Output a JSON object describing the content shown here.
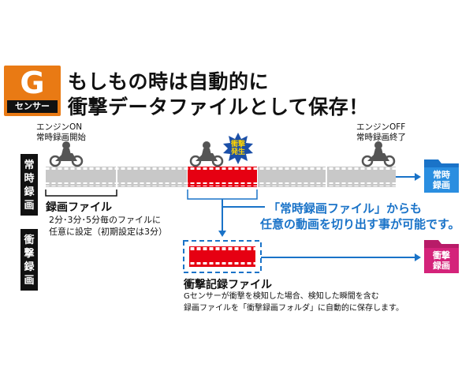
{
  "badge": {
    "letter": "G",
    "subtitle": "センサー"
  },
  "headline": {
    "line1": "もしもの時は自動的に",
    "line2": "衝撃データファイルとして保存！"
  },
  "engine_on": {
    "line1": "エンジンON",
    "line2": "常時録画開始"
  },
  "engine_off": {
    "line1": "エンジンOFF",
    "line2": "常時録画終了"
  },
  "impact_badge": {
    "line1": "衝撃",
    "line2": "発生"
  },
  "sidebar_regular": "常時録画",
  "sidebar_impact": "衝撃録画",
  "folder_regular": {
    "line1": "常時",
    "line2": "録画"
  },
  "folder_impact": {
    "line1": "衝撃",
    "line2": "録画"
  },
  "recording_file": {
    "title": "録画ファイル",
    "line1": "2分･3分･5分毎のファイルに",
    "line2": "任意に設定（初期設定は3分）"
  },
  "extract_note": {
    "line1": "「常時録画ファイル」からも",
    "line2": "任意の動画を切り出す事が可能です。"
  },
  "impact_file": {
    "title": "衝撃記録ファイル",
    "line1": "Gセンサーが衝撃を検知した場合、検知した瞬間を含む",
    "line2": "録画ファイルを「衝撃録画フォルダ」に自動的に保存します。"
  },
  "colors": {
    "accent_orange": "#e97a14",
    "impact_red": "#e60012",
    "link_blue": "#1a73c8",
    "folder_regular": "#1a73c8",
    "folder_impact": "#d4237a",
    "film_gray": "#c8c8c8"
  }
}
